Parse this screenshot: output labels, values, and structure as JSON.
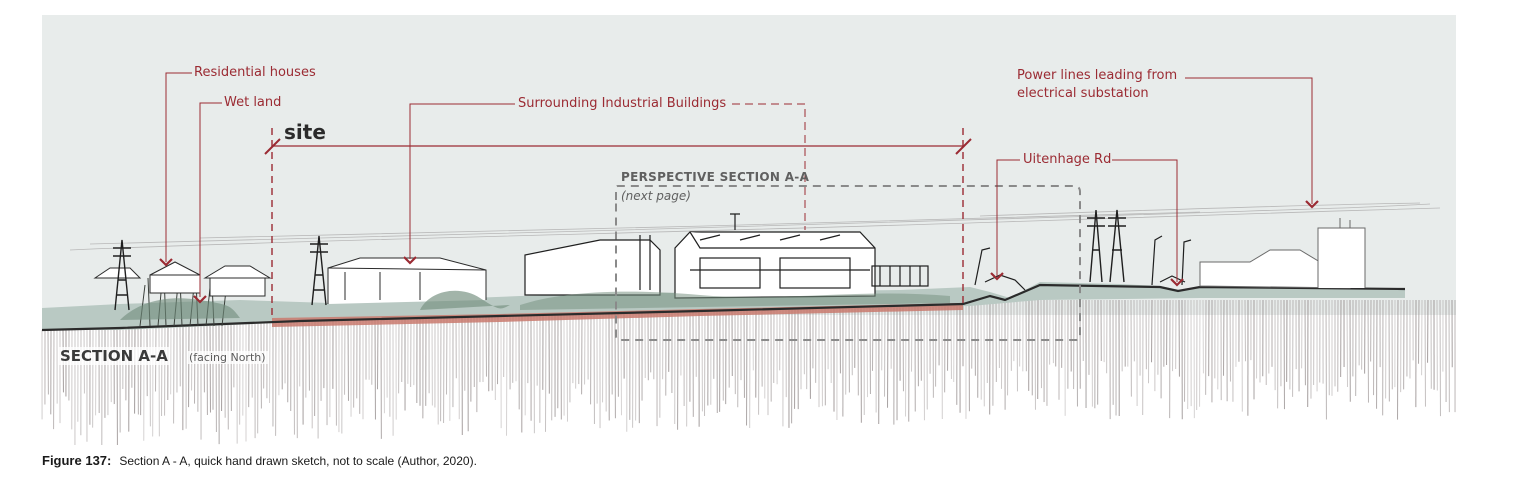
{
  "labels": {
    "residential": "Residential houses",
    "wetland": "Wet land",
    "industrial": "Surrounding Industrial Buildings",
    "power_line1": "Power lines leading from",
    "power_line2": "electrical substation",
    "road": "Uitenhage Rd",
    "site": "site",
    "perspective_title": "PERSPECTIVE SECTION A-A",
    "perspective_sub": "(next page)",
    "section_title": "SECTION A-A",
    "section_sub": "(facing North)"
  },
  "caption": {
    "figure": "Figure 137:",
    "text": "Section A - A, quick hand drawn sketch, not to scale (Author, 2020)."
  },
  "colors": {
    "accent": "#9b2b33",
    "sky": "#e8eceb",
    "ground": "#b9c9c3",
    "site_soil": "#c97a6e",
    "hatch": "#8c8484",
    "sketch": "#2b2b2b",
    "perspective_frame": "#8a8a8a"
  }
}
